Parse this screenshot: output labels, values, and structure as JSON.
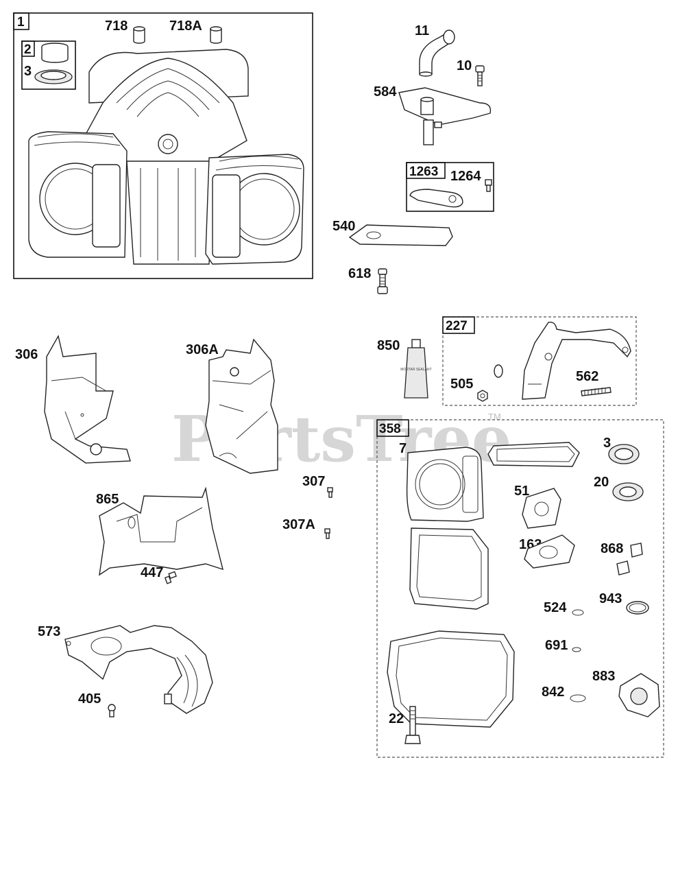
{
  "watermark": {
    "text": "PartsTree",
    "trademark": "TM"
  },
  "box_labels": {
    "b1": "1",
    "b2": "2",
    "b1263": "1263",
    "b227": "227",
    "b358": "358"
  },
  "callouts": {
    "c3a": "3",
    "c718": "718",
    "c718a": "718A",
    "c11": "11",
    "c10": "10",
    "c584": "584",
    "c1264": "1264",
    "c540": "540",
    "c618": "618",
    "c306": "306",
    "c306a": "306A",
    "c850": "850",
    "c505": "505",
    "c562": "562",
    "c7": "7",
    "c3b": "3",
    "c20": "20",
    "c51": "51",
    "c163": "163",
    "c868": "868",
    "c524": "524",
    "c943": "943",
    "c691": "691",
    "c842": "842",
    "c883": "883",
    "c22": "22",
    "c307": "307",
    "c307a": "307A",
    "c865": "865",
    "c447": "447",
    "c573": "573",
    "c405": "405"
  },
  "sealant_tube_text": "MORTAR SEALANT"
}
